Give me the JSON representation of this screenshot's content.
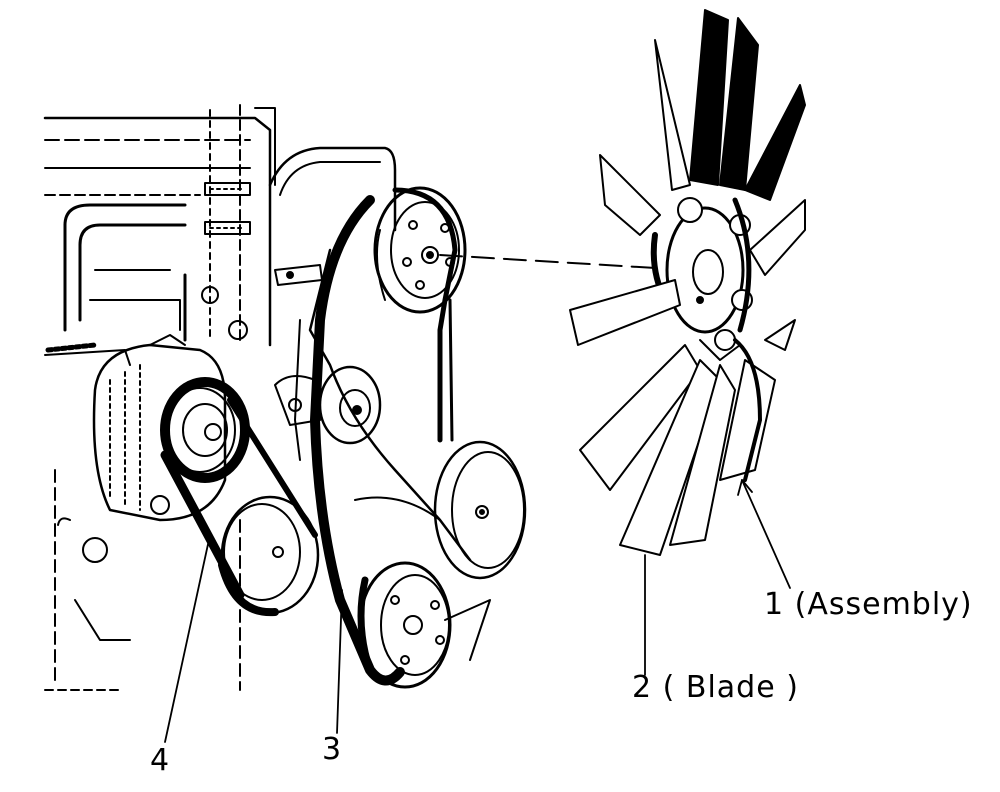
{
  "callouts": {
    "assembly": "1 (Assembly)",
    "blade": "2 ( Blade )",
    "alternator_belt": "4",
    "fan_belt": "3"
  },
  "colors": {
    "ink": "#000000",
    "paper": "#ffffff"
  }
}
